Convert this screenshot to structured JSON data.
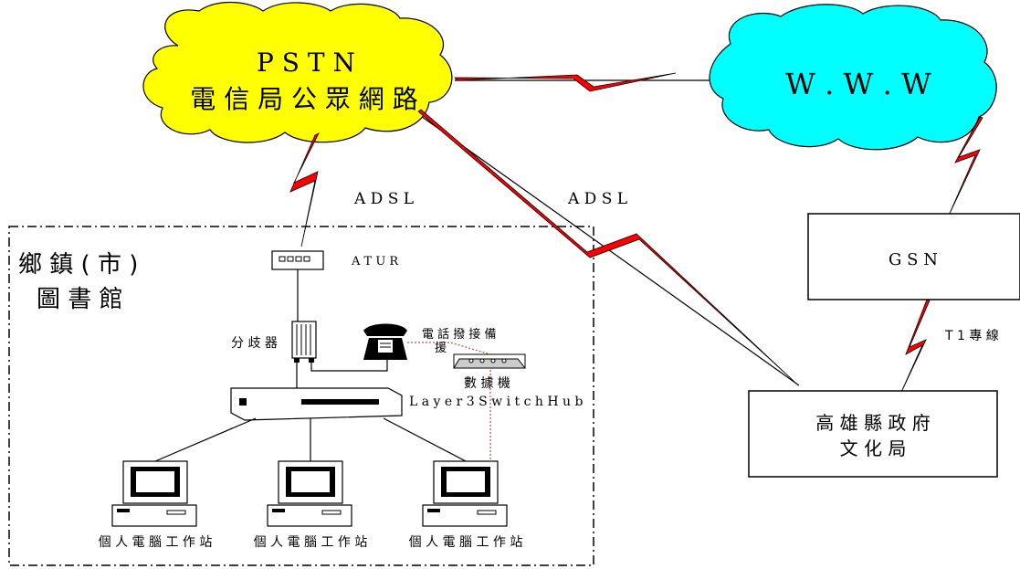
{
  "clouds": {
    "pstn": {
      "line1": "P S T N",
      "line2": "電 信 局 公 眾 網 路",
      "color": "#ffff00"
    },
    "www": {
      "label": "W . W . W",
      "color": "#00ffff"
    }
  },
  "links": {
    "adsl_left": "A D S L",
    "adsl_right": "A D S L",
    "t1": "T 1 專 線"
  },
  "site": {
    "title_line1": "鄉 鎮 ( 市 )",
    "title_line2": "圖 書 館"
  },
  "devices": {
    "atur": "A T U R",
    "splitter": "分 歧 器",
    "phone_backup_line1": "電 話 撥 接 備",
    "phone_backup_line2": "援",
    "modem": "數 據 機",
    "switch": "L a y e r  3  S w i t c h  H u b",
    "pcs": [
      "個 人 電 腦 工 作 站",
      "個 人 電 腦 工 作 站",
      "個 人 電 腦 工 作 站"
    ]
  },
  "nodes": {
    "gsn": "G S N",
    "bureau_line1": "高 雄 縣 政 府",
    "bureau_line2": "文 化 局"
  },
  "colors": {
    "lightning": "#ff0000",
    "dotted_link": "#c0504d"
  }
}
